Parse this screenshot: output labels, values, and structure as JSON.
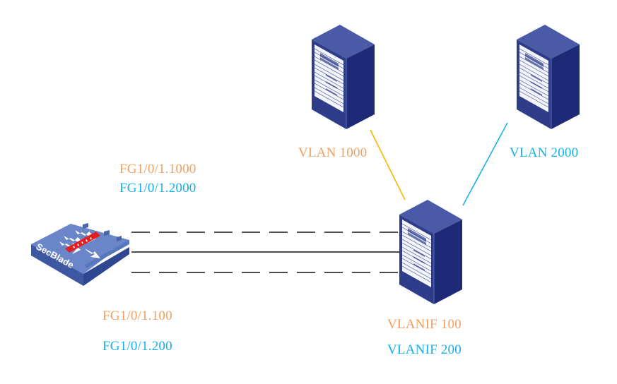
{
  "colors": {
    "orange": "#f0a060",
    "cyan": "#16b0e8",
    "link_yellow": "#f5b800",
    "link_cyan": "#1ab0e6",
    "trunk": "#111111",
    "server_top": "#4a5aa6",
    "server_left": "#2f3c8a",
    "server_right": "#1e2a78",
    "blade_face": "#5a78c0",
    "blade_red": "#e02020"
  },
  "devices": {
    "secblade": {
      "name": "SecBlade",
      "type": "firewall-blade"
    },
    "server_vlan1000": {
      "type": "server"
    },
    "server_vlan2000": {
      "type": "server"
    },
    "core_switch": {
      "type": "switch"
    }
  },
  "labels": {
    "blade_sub_1000": "FG1/0/1.1000",
    "blade_sub_2000": "FG1/0/1.2000",
    "blade_sub_100": "FG1/0/1.100",
    "blade_sub_200": "FG1/0/1.200",
    "vlan_1000": "VLAN 1000",
    "vlan_2000": "VLAN 2000",
    "vlanif_100": "VLANIF 100",
    "vlanif_200": "VLANIF 200"
  },
  "links": [
    {
      "from": "server_vlan1000",
      "to": "core_switch",
      "style": "solid",
      "color": "yellow"
    },
    {
      "from": "server_vlan2000",
      "to": "core_switch",
      "style": "solid",
      "color": "cyan"
    },
    {
      "from": "secblade",
      "to": "core_switch",
      "style": "dashed"
    },
    {
      "from": "secblade",
      "to": "core_switch",
      "style": "solid"
    },
    {
      "from": "secblade",
      "to": "core_switch",
      "style": "dashed"
    }
  ]
}
